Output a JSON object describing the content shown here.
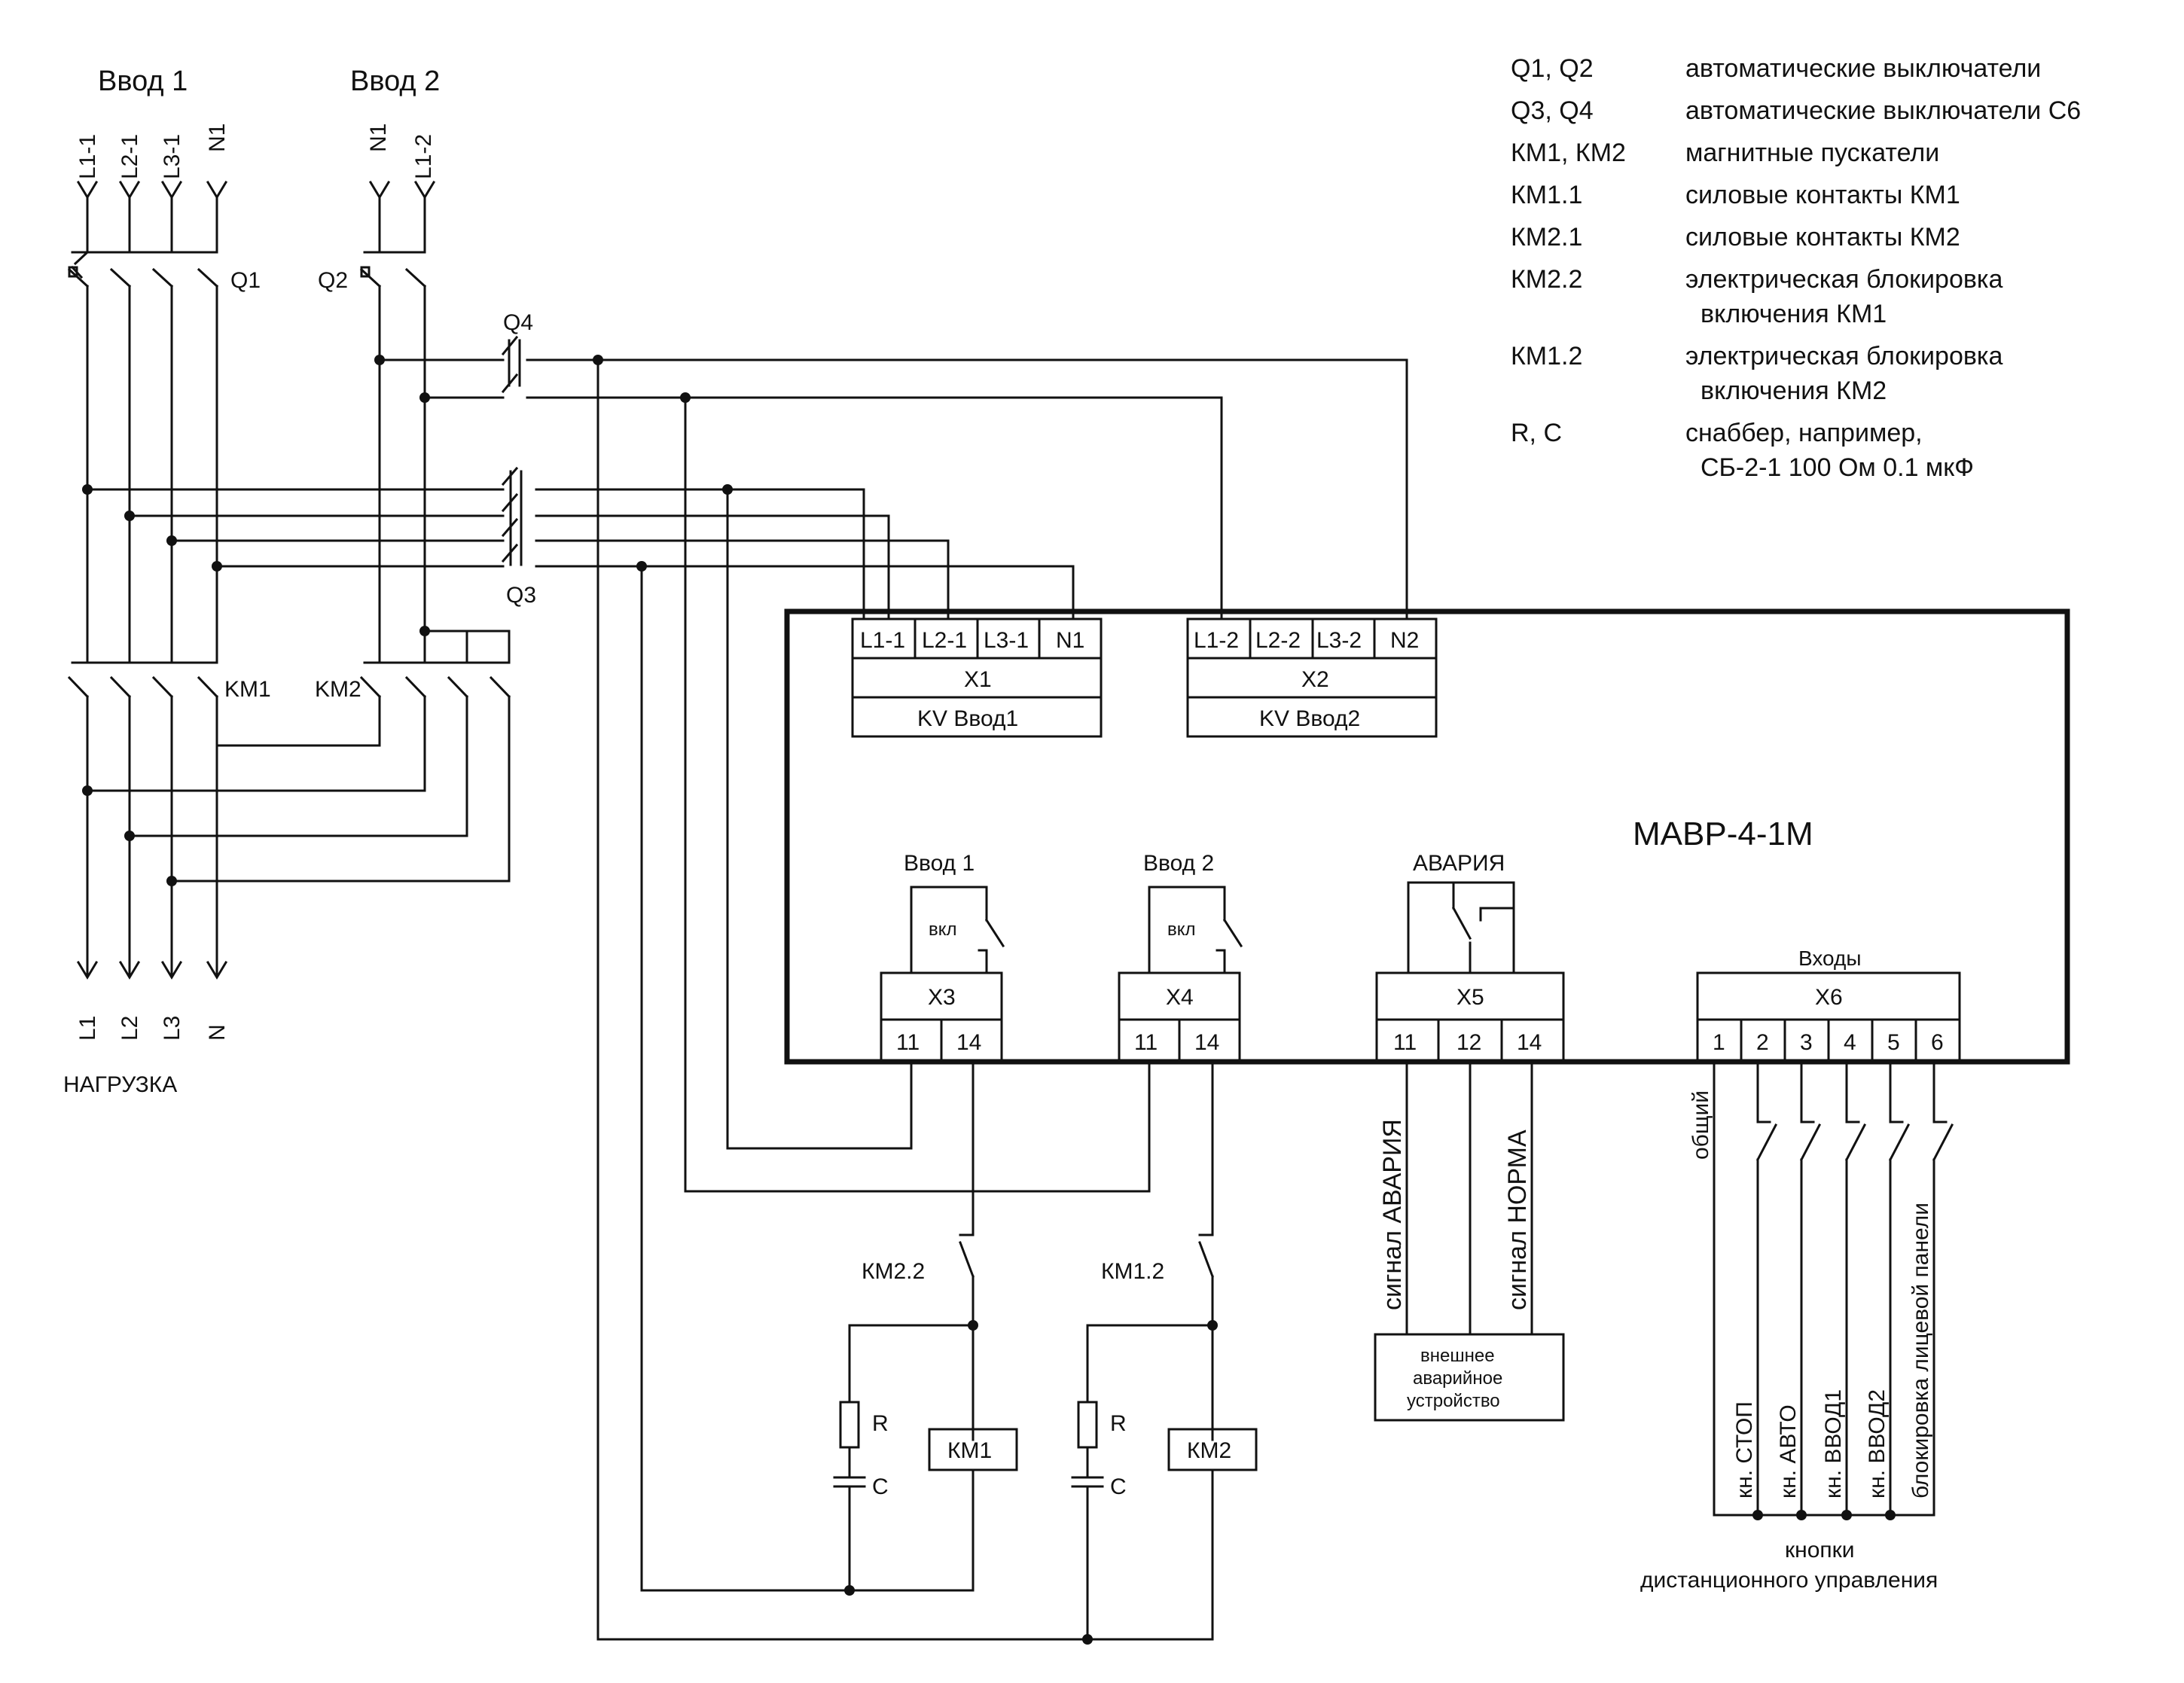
{
  "inputs": {
    "in1_title": "Ввод 1",
    "in2_title": "Ввод 2",
    "in1_phases": [
      "L1-1",
      "L2-1",
      "L3-1",
      "N1"
    ],
    "in2_phases": [
      "N1",
      "L1-2"
    ]
  },
  "breakers": {
    "q1": "Q1",
    "q2": "Q2",
    "q3": "Q3",
    "q4": "Q4"
  },
  "contactors": {
    "km1": "KM1",
    "km2": "KM2"
  },
  "load": {
    "phases": [
      "L1",
      "L2",
      "L3",
      "N"
    ],
    "label": "НАГРУЗКА"
  },
  "legend": [
    {
      "code": "Q1, Q2",
      "desc": [
        "автоматические выключатели"
      ]
    },
    {
      "code": "Q3, Q4",
      "desc": [
        "автоматические выключатели C6"
      ]
    },
    {
      "code": "КМ1, КМ2",
      "desc": [
        "магнитные пускатели"
      ]
    },
    {
      "code": "КМ1.1",
      "desc": [
        "силовые контакты КМ1"
      ]
    },
    {
      "code": "КМ2.1",
      "desc": [
        "силовые контакты КМ2"
      ]
    },
    {
      "code": "КМ2.2",
      "desc": [
        "электрическая блокировка",
        "включения КМ1"
      ]
    },
    {
      "code": "КМ1.2",
      "desc": [
        "электрическая блокировка",
        "включения КМ2"
      ]
    },
    {
      "code": "R, C",
      "desc": [
        "снаббер, например,",
        "СБ-2-1 100 Ом 0.1 мкФ"
      ]
    }
  ],
  "device": {
    "name": "МАВР-4-1М",
    "x1": {
      "terminals": [
        "L1-1",
        "L2-1",
        "L3-1",
        "N1"
      ],
      "label": "X1",
      "sub": "KV Ввод1"
    },
    "x2": {
      "terminals": [
        "L1-2",
        "L2-2",
        "L3-2",
        "N2"
      ],
      "label": "X2",
      "sub": "KV Ввод2"
    },
    "x3": {
      "title": "Ввод 1",
      "contact": "вкл",
      "label": "X3",
      "pins": [
        "11",
        "14"
      ]
    },
    "x4": {
      "title": "Ввод 2",
      "contact": "вкл",
      "label": "X4",
      "pins": [
        "11",
        "14"
      ]
    },
    "x5": {
      "title": "АВАРИЯ",
      "label": "X5",
      "pins": [
        "11",
        "12",
        "14"
      ]
    },
    "x6": {
      "title": "Входы",
      "label": "X6",
      "pins": [
        "1",
        "2",
        "3",
        "4",
        "5",
        "6"
      ]
    }
  },
  "coils": {
    "km22": "КМ2.2",
    "km12": "КМ1.2",
    "km1": "КМ1",
    "km2": "КМ2",
    "r": "R",
    "c": "C"
  },
  "alarm": {
    "sig_alarm": "сигнал АВАРИЯ",
    "sig_norm": "сигнал НОРМА",
    "ext_device": [
      "внешнее",
      "аварийное",
      "устройство"
    ]
  },
  "remote": {
    "common": "общий",
    "buttons": [
      "кн. СТОП",
      "кн. АВТО",
      "кн. ВВОД1",
      "кн. ВВОД2",
      "блокировка лицевой панели"
    ],
    "caption": [
      "кнопки",
      "дистанционного управления"
    ]
  }
}
